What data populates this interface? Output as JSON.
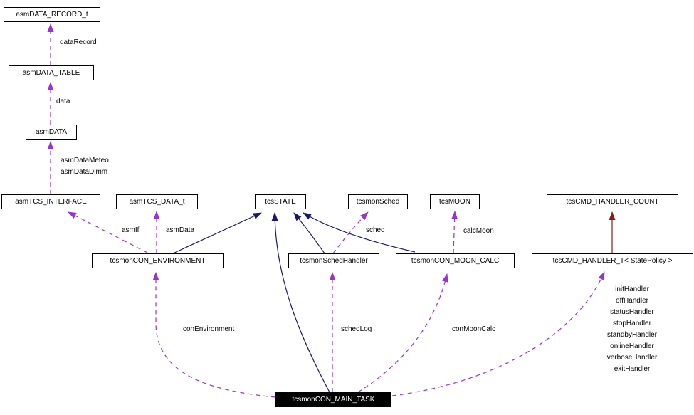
{
  "diagram_type": "collaboration-graph",
  "colors": {
    "background": "#ffffff",
    "inheritance_edge": "#191970",
    "usage_edge": "#9a32cd",
    "protected_inheritance_edge": "#8b1a1a",
    "node_border": "#000000",
    "node_fill": "#ffffff",
    "main_node_fill": "#000000",
    "main_node_text": "#ffffff",
    "label_text": "#000000"
  },
  "nodes": [
    {
      "label": "asmDATA_RECORD_t"
    },
    {
      "label": "asmDATA_TABLE"
    },
    {
      "label": "asmDATA"
    },
    {
      "label": "asmTCS_INTERFACE"
    },
    {
      "label": "asmTCS_DATA_t"
    },
    {
      "label": "tcsSTATE"
    },
    {
      "label": "tcsmonSched"
    },
    {
      "label": "tcsMOON"
    },
    {
      "label": "tcsCMD_HANDLER_COUNT"
    },
    {
      "label": "tcsmonCON_ENVIRONMENT"
    },
    {
      "label": "tcsmonSchedHandler"
    },
    {
      "label": "tcsmonCON_MOON_CALC"
    },
    {
      "label": "tcsCMD_HANDLER_T< StatePolicy >"
    },
    {
      "label": "tcsmonCON_MAIN_TASK"
    }
  ],
  "edge_labels": {
    "dataRecord": "dataRecord",
    "data": "data",
    "asmDataMeteo": "asmDataMeteo",
    "asmDataDimm": "asmDataDimm",
    "asmIf": "asmIf",
    "asmData": "asmData",
    "sched": "sched",
    "calcMoon": "calcMoon",
    "conEnvironment": "conEnvironment",
    "schedLog": "schedLog",
    "conMoonCalc": "conMoonCalc",
    "handlers": [
      "initHandler",
      "offHandler",
      "statusHandler",
      "stopHandler",
      "standbyHandler",
      "onlineHandler",
      "verboseHandler",
      "exitHandler"
    ]
  }
}
